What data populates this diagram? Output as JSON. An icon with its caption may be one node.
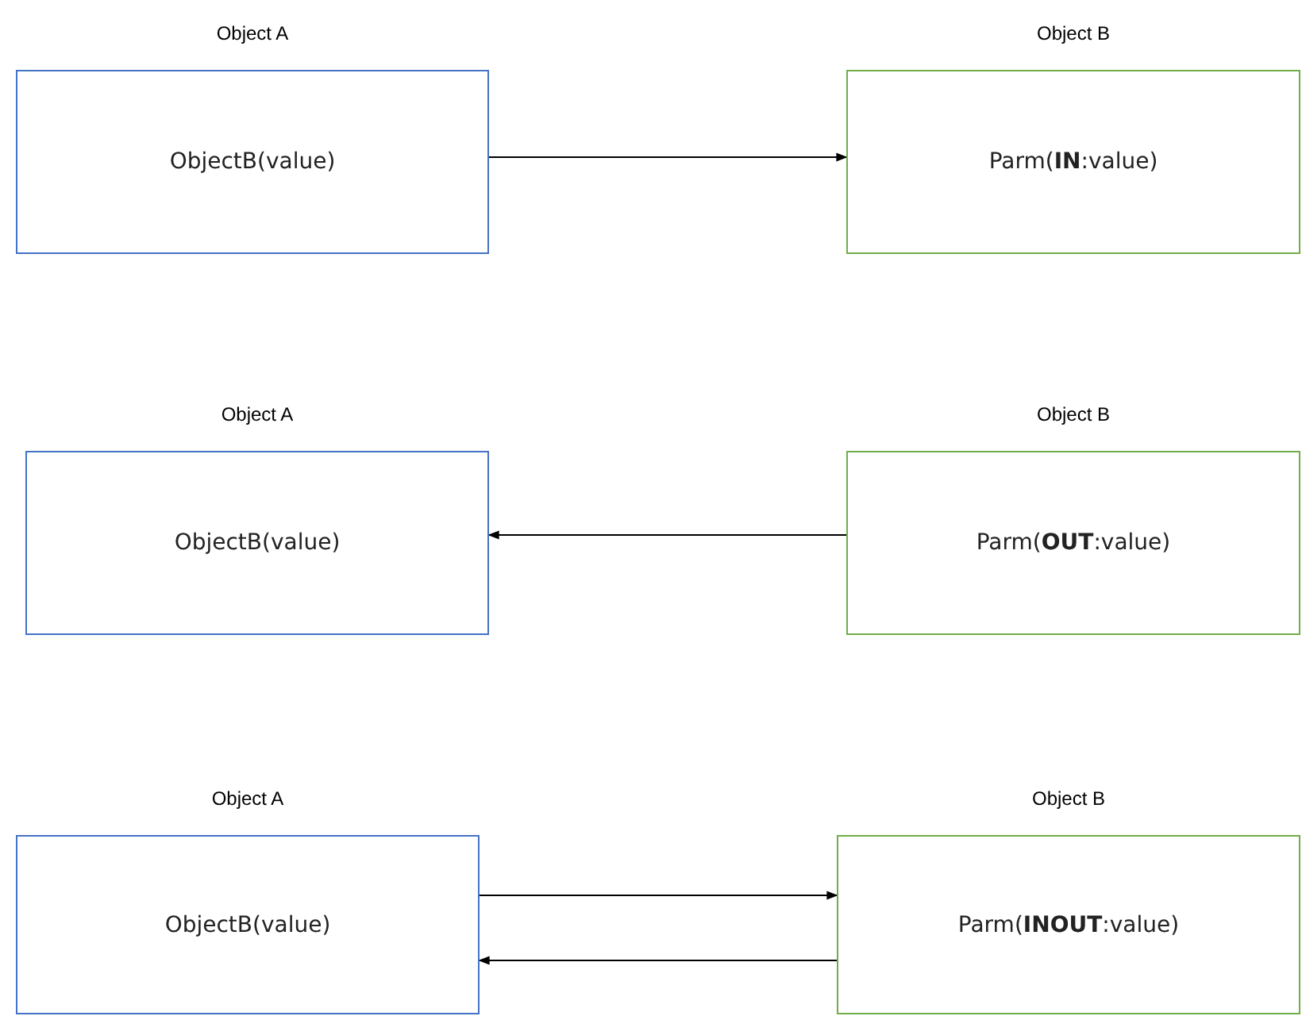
{
  "diagram": {
    "nodes": [
      {
        "text": [
          "Object A",
          "ObjectB(value)"
        ]
      },
      {
        "text": [
          "Object B",
          "Parm(**IN**:value)"
        ]
      },
      {
        "text": [
          "Object A",
          "ObjectB(value)"
        ]
      },
      {
        "text": [
          "Object B",
          "Parm(**OUT**:value)"
        ]
      },
      {
        "text": [
          "Object A",
          "ObjectB(value)"
        ]
      },
      {
        "text": [
          "Object B",
          "Parm(**INOUT**:value)"
        ]
      }
    ],
    "edges": [
      {
        "from": 0,
        "to": 1,
        "arrow": "to"
      },
      {
        "from": 3,
        "to": 2,
        "arrow": "to"
      },
      {
        "from": 4,
        "to": 5,
        "arrow": "to"
      },
      {
        "from": 5,
        "to": 4,
        "arrow": "to"
      }
    ]
  }
}
